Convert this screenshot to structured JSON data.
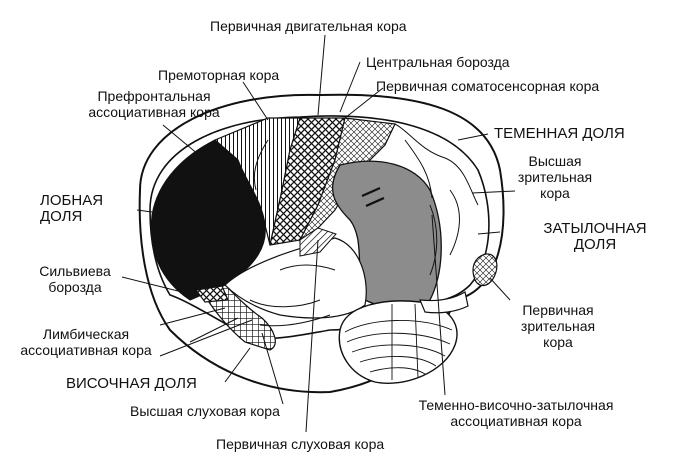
{
  "labels": {
    "primary_motor": "Первичная двигательная кора",
    "central_sulcus": "Центральная борозда",
    "premotor": "Премоторная кора",
    "primary_somatosensory": "Первичная соматосенсорная кора",
    "prefrontal_1": "Префронтальная",
    "prefrontal_2": "ассоциативная кора",
    "parietal_lobe": "ТЕМЕННАЯ ДОЛЯ",
    "higher_visual_1": "Высшая",
    "higher_visual_2": "зрительная",
    "higher_visual_3": "кора",
    "frontal_lobe_1": "ЛОБНАЯ",
    "frontal_lobe_2": "ДОЛЯ",
    "occipital_lobe_1": "ЗАТЫЛОЧНАЯ",
    "occipital_lobe_2": "ДОЛЯ",
    "sylvian_1": "Сильвиева",
    "sylvian_2": "борозда",
    "primary_visual_1": "Первичная",
    "primary_visual_2": "зрительная",
    "primary_visual_3": "кора",
    "limbic_1": "Лимбическая",
    "limbic_2": "ассоциативная кора",
    "temporal_lobe": "ВИСОЧНАЯ ДОЛЯ",
    "higher_auditory": "Высшая слуховая кора",
    "pto_1": "Теменно-височно-затылочная",
    "pto_2": "ассоциативная кора",
    "primary_auditory": "Первичная слуховая кора"
  },
  "colors": {
    "ink": "#111111",
    "prefrontal_fill": "#111111",
    "pto_fill": "#8c8c8c",
    "background": "#ffffff"
  }
}
